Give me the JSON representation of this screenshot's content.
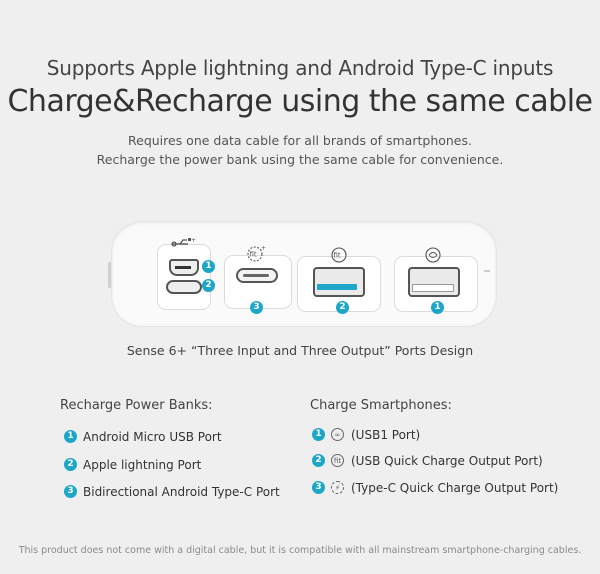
{
  "header": {
    "subtitle": "Supports Apple lightning and Android Type-C inputs",
    "title": "Charge&Recharge using the same cable",
    "desc_line1": "Requires one data cable for all brands of smartphones.",
    "desc_line2": "Recharge the power bank using the same cable for convenience."
  },
  "product": {
    "caption": "Sense 6+ “Three Input and Three Output” Ports Design",
    "port_badges": [
      "1",
      "2",
      "3",
      "2",
      "1"
    ],
    "fit_label": "fit"
  },
  "recharge": {
    "title": "Recharge Power Banks:",
    "items": [
      {
        "num": "1",
        "label": "Android Micro USB Port"
      },
      {
        "num": "2",
        "label": "Apple lightning Port"
      },
      {
        "num": "3",
        "label": "Bidirectional Android Type-C Port"
      }
    ]
  },
  "charge": {
    "title": "Charge Smartphones:",
    "items": [
      {
        "num": "1",
        "icon": "smart-charge-icon",
        "label": "(USB1 Port)"
      },
      {
        "num": "2",
        "icon": "fit-icon",
        "label": "(USB Quick Charge Output Port)"
      },
      {
        "num": "3",
        "icon": "fast-charge-icon",
        "label": "(Type-C Quick Charge Output Port)"
      }
    ]
  },
  "footnote": "This product does not come with a digital cable, but it is compatible with all mainstream smartphone-charging cables.",
  "colors": {
    "accent": "#1ca7c8",
    "background": "#efefef"
  }
}
